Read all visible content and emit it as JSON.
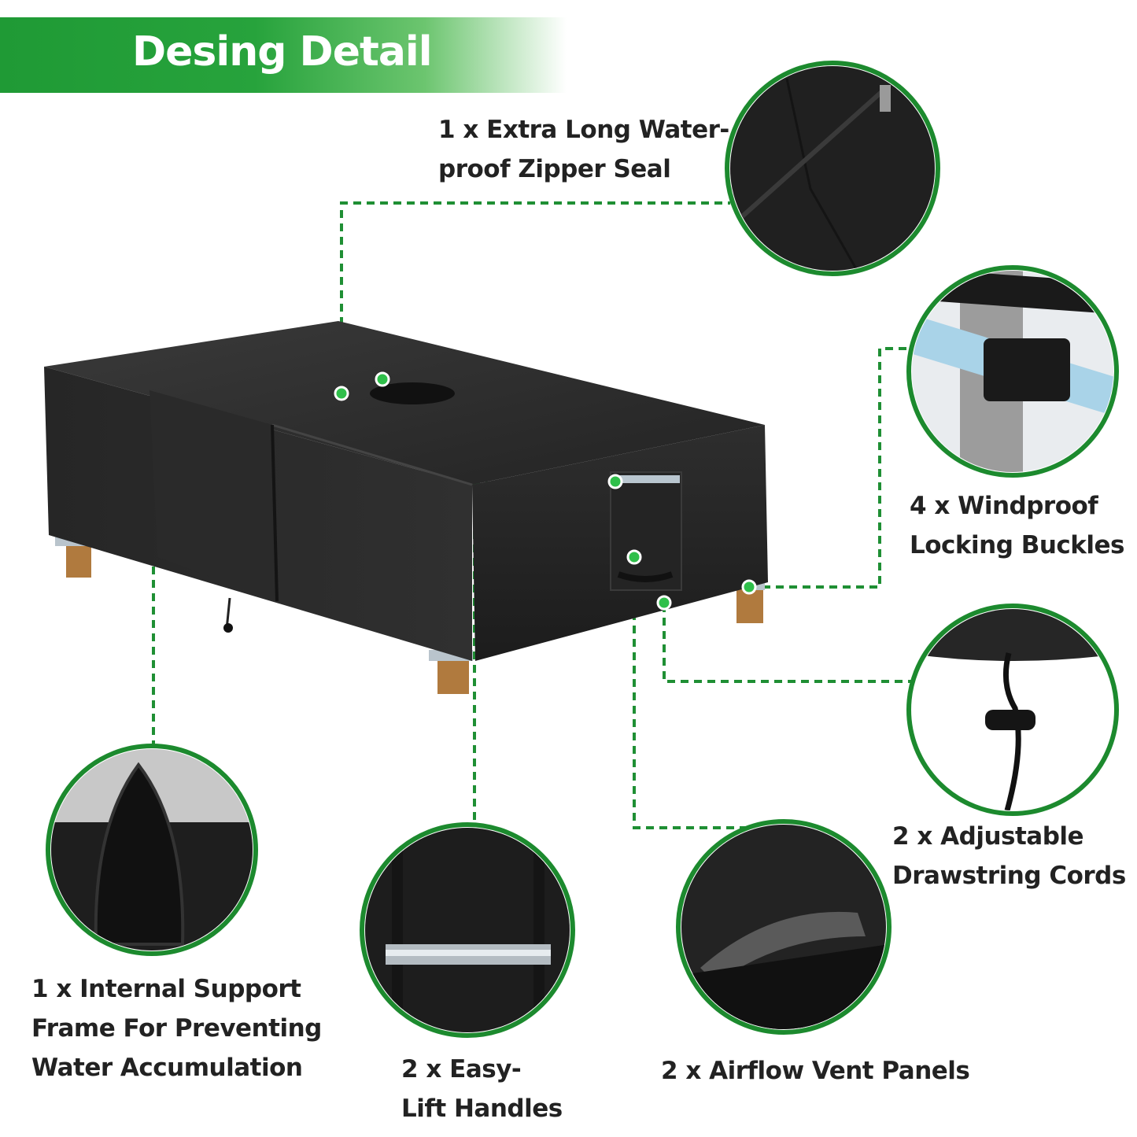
{
  "header": {
    "title": "Desing Detail"
  },
  "colors": {
    "accent": "#1f9a35",
    "cover": "#2b2b2b",
    "ring": "#1c8a2e"
  },
  "features": {
    "zipper": {
      "text": "1 x Extra Long Water-\nproof Zipper Seal",
      "icon": "zipper-icon"
    },
    "buckles": {
      "text": "4 x Windproof\nLocking Buckles",
      "icon": "buckle-icon"
    },
    "drawstring": {
      "text": "2 x Adjustable\nDrawstring Cords",
      "icon": "drawstring-icon"
    },
    "support": {
      "text": "1 x Internal Support\nFrame For Preventing\nWater Accumulation",
      "icon": "support-frame-icon"
    },
    "handles": {
      "text": "2 x Easy-\nLift Handles",
      "icon": "handle-icon"
    },
    "vents": {
      "text": "2 x Airflow Vent Panels",
      "icon": "vent-icon"
    }
  }
}
